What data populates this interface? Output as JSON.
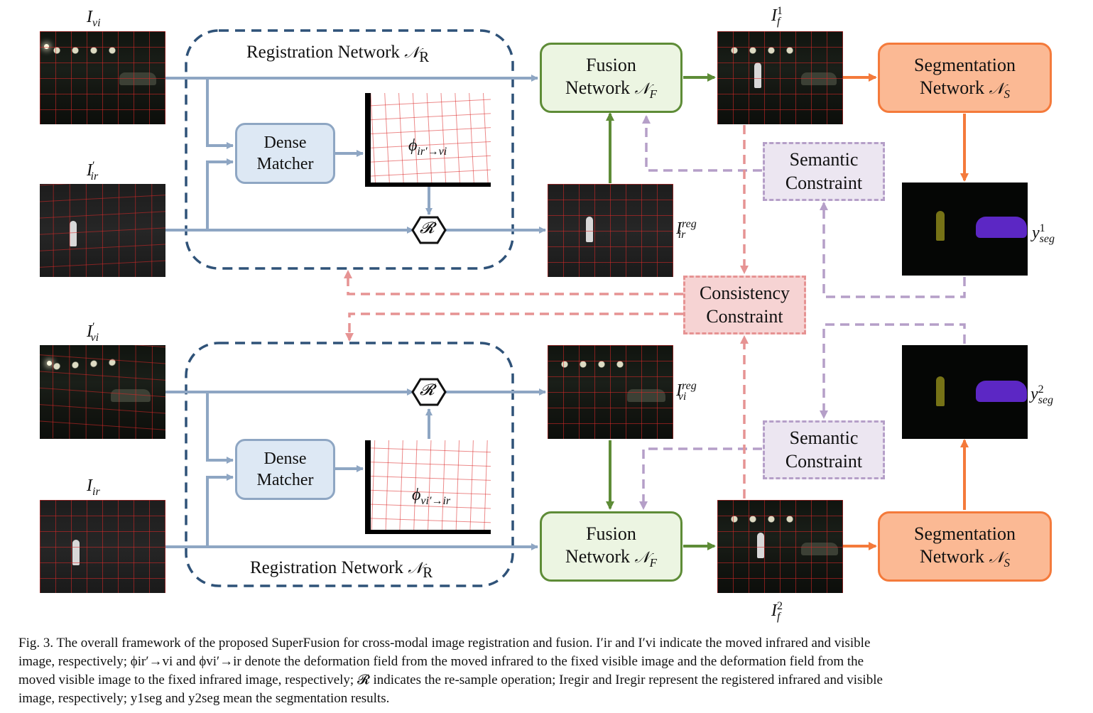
{
  "inputs": {
    "I_vi": {
      "base": "I",
      "sub": "vi"
    },
    "I_ir_moved": {
      "base": "I",
      "sup": "′",
      "sub": "ir"
    },
    "I_vi_moved": {
      "base": "I",
      "sup": "′",
      "sub": "vi"
    },
    "I_ir": {
      "base": "I",
      "sub": "ir"
    }
  },
  "outputs": {
    "I_ir_reg": {
      "base": "I",
      "sup": "reg",
      "sub": "ir"
    },
    "I_vi_reg": {
      "base": "I",
      "sup": "reg",
      "sub": "vi"
    },
    "I_f1": {
      "base": "I",
      "sup": "1",
      "sub": "f"
    },
    "I_f2": {
      "base": "I",
      "sup": "2",
      "sub": "f"
    },
    "y_seg1": {
      "base": "y",
      "sup": "1",
      "sub": "seg"
    },
    "y_seg2": {
      "base": "y",
      "sup": "2",
      "sub": "seg"
    }
  },
  "deformation": {
    "top": {
      "base": "ϕ",
      "sub": "ir′→vi"
    },
    "bottom": {
      "base": "ϕ",
      "sub": "vi′→ir"
    }
  },
  "resample_symbol": "𝓡",
  "modules": {
    "registration_top": {
      "text": "Registration Network ",
      "symbol": "𝒩",
      "sub": "R"
    },
    "registration_bottom": {
      "text": "Registration Network ",
      "symbol": "𝒩",
      "sub": "R"
    },
    "dense_matcher_top": {
      "line1": "Dense",
      "line2": "Matcher"
    },
    "dense_matcher_bottom": {
      "line1": "Dense",
      "line2": "Matcher"
    },
    "fusion_top": {
      "line1": "Fusion",
      "line2": "Network ",
      "symbol": "𝒩",
      "sub": "F"
    },
    "fusion_bottom": {
      "line1": "Fusion",
      "line2": "Network ",
      "symbol": "𝒩",
      "sub": "F"
    },
    "segmentation_top": {
      "line1": "Segmentation",
      "line2": "Network ",
      "symbol": "𝒩",
      "sub": "S"
    },
    "segmentation_bottom": {
      "line1": "Segmentation",
      "line2": "Network ",
      "symbol": "𝒩",
      "sub": "S"
    },
    "semantic_top": {
      "line1": "Semantic",
      "line2": "Constraint"
    },
    "semantic_bottom": {
      "line1": "Semantic",
      "line2": "Constraint"
    },
    "consistency": {
      "line1": "Consistency",
      "line2": "Constraint"
    }
  },
  "colors": {
    "registration_border": "#2f5278",
    "gray_arrow": "#8ea6c3",
    "green_arrow": "#5e8c37",
    "orange_arrow": "#f47a3b",
    "purple_dashed": "#b59fc8",
    "pink_dashed": "#e69393"
  },
  "caption": {
    "line1": "Fig. 3.  The overall framework of the proposed SuperFusion for cross-modal image registration and fusion. I′ir and I′vi indicate the moved infrared and visible",
    "line2": "image, respectively; ϕir′→vi and ϕvi′→ir denote the deformation field from the moved infrared to the fixed visible image and the deformation field from the",
    "line3": "moved visible image to the fixed infrared image, respectively; 𝓡 indicates the re-sample operation; Iregir and Iregir represent the registered infrared and visible",
    "line4": "image, respectively; y1seg and y2seg mean the segmentation results."
  }
}
